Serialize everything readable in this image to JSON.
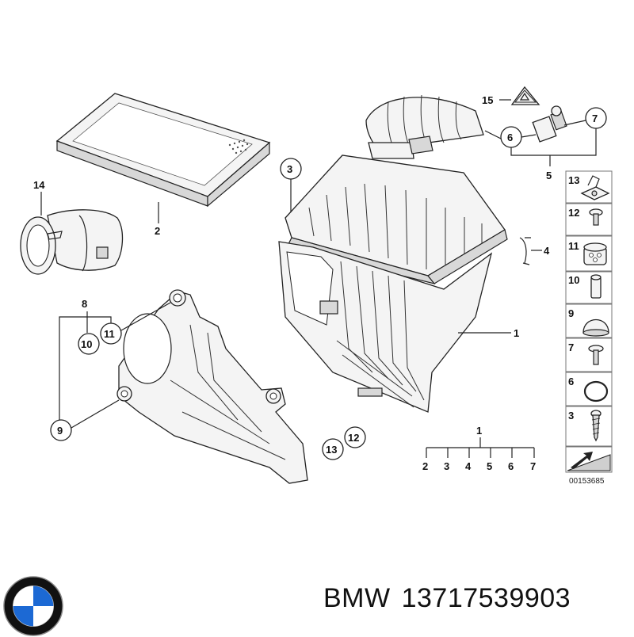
{
  "callouts": {
    "c1": "1",
    "c2": "2",
    "c3": "3",
    "c4": "4",
    "c5": "5",
    "c6": "6",
    "c7": "7",
    "c8": "8",
    "c9": "9",
    "c10": "10",
    "c11": "11",
    "c12": "12",
    "c13": "13",
    "c14": "14",
    "c15": "15"
  },
  "kit": {
    "parent": "1",
    "children": [
      "2",
      "3",
      "4",
      "5",
      "6",
      "7"
    ]
  },
  "parts_panel": {
    "items": [
      "13",
      "12",
      "11",
      "10",
      "9",
      "7",
      "6",
      "3"
    ]
  },
  "diagram_ref": "00153685",
  "footer": {
    "brand": "BMW",
    "part_number": "13717539903"
  },
  "colors": {
    "line": "#222222",
    "logo_blue": "#1c69d4",
    "logo_ring": "#111111"
  },
  "icons": {
    "logo": "bmw-roundel-icon",
    "warning": "warning-triangle-icon"
  }
}
